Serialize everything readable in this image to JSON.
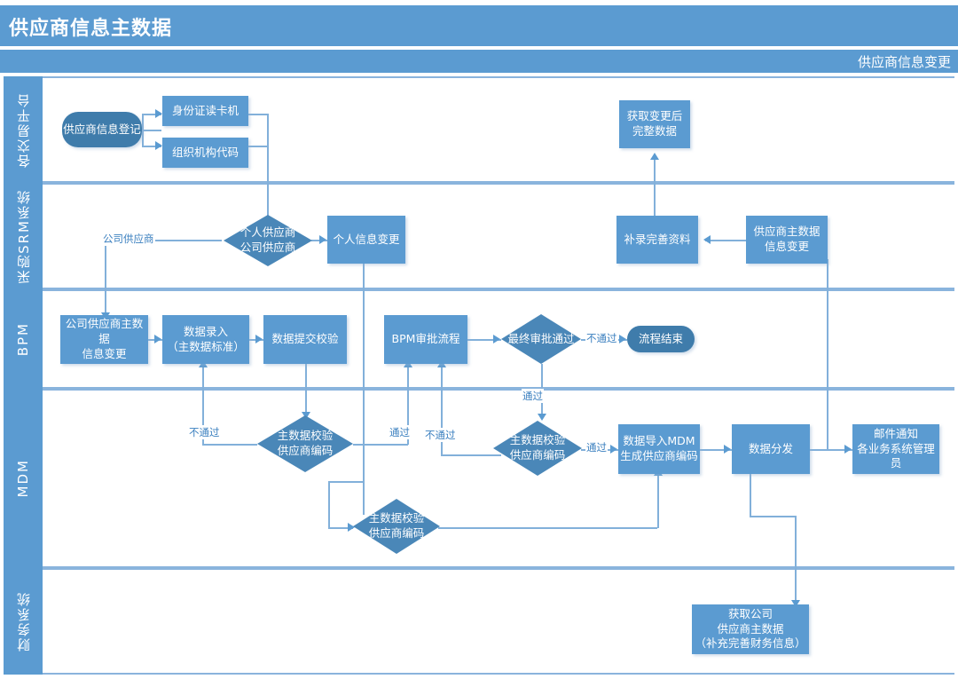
{
  "header": {
    "title": "供应商信息主数据",
    "subtitle": "供应商信息变更"
  },
  "lanes": [
    {
      "id": "platform",
      "label": "各交易平台"
    },
    {
      "id": "srm",
      "label": "采购SRM系统"
    },
    {
      "id": "bpm",
      "label": "BPM"
    },
    {
      "id": "mdm",
      "label": "MDM"
    },
    {
      "id": "finance",
      "label": "财务系统"
    }
  ],
  "nodes": {
    "supplier_register": "供应商信息登记",
    "id_card_reader": "身份证读卡机",
    "org_code": "组织机构代码",
    "get_changed_full_data": "获取变更后\n完整数据",
    "person_or_company": "个人供应商\n公司供应商",
    "person_info_change": "个人信息变更",
    "supplement_data": "补录完善资料",
    "supplier_master_change": "供应商主数据\n信息变更",
    "company_supplier_master_change": "公司供应商主数据\n信息变更",
    "data_entry": "数据录入\n（主数据标准）",
    "data_submit_check": "数据提交校验",
    "bpm_approval": "BPM审批流程",
    "final_approval": "最终审批通过",
    "process_end": "流程结束",
    "master_check_1": "主数据校验\n供应商编码",
    "master_check_2": "主数据校验\n供应商编码",
    "master_check_3": "主数据校验\n供应商编码",
    "import_mdm": "数据导入MDM\n生成供应商编码",
    "data_distribute": "数据分发",
    "email_notify": "邮件通知\n各业务系统管理员",
    "finance_get": "获取公司\n供应商主数据\n（补充完善财务信息）"
  },
  "edge_labels": {
    "company_supplier": "公司供应商",
    "not_pass_1": "不通过",
    "pass_bpm": "通过",
    "not_pass_mdm_left": "不通过",
    "pass_mdm_left": "通过",
    "not_pass_mdm_mid": "不通过",
    "pass_mdm_mid": "通过"
  },
  "colors": {
    "brand": "#5b9bd1",
    "node_fill": "#5b9bd1",
    "node_fill_dark": "#3f7cab",
    "diamond_fill": "#4a87b8",
    "line": "#82b0da",
    "lane_border": "#8ab4dd",
    "label_text": "#3a7fbf",
    "background": "#ffffff"
  }
}
